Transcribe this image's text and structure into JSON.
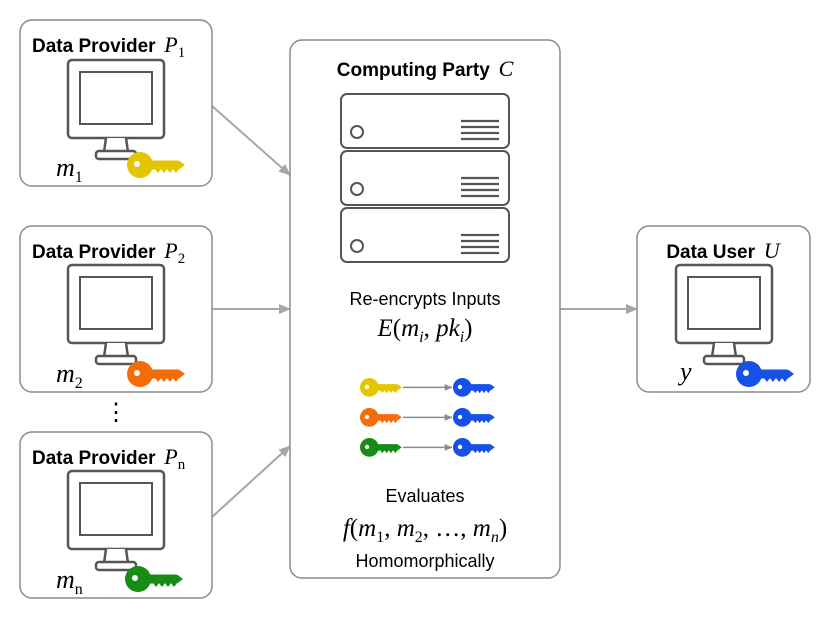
{
  "providers": [
    {
      "title": "Data Provider",
      "symbol": "P",
      "sub": "1",
      "message": "m",
      "message_sub": "1",
      "key_color": "#e3c500"
    },
    {
      "title": "Data Provider",
      "symbol": "P",
      "sub": "2",
      "message": "m",
      "message_sub": "2",
      "key_color": "#f26d0a"
    },
    {
      "title": "Data Provider",
      "symbol": "P",
      "sub": "n",
      "message": "m",
      "message_sub": "n",
      "key_color": "#168c16"
    }
  ],
  "ellipsis": "⋮",
  "computing": {
    "title": "Computing Party",
    "symbol": "C",
    "reencrypt_label": "Re-encrypts Inputs",
    "reencrypt_formula": {
      "func": "E",
      "open": "(",
      "arg1": "m",
      "arg1_sub": "i",
      "sep": ", ",
      "arg2": "pk",
      "arg2_sub": "i",
      "close": ")"
    },
    "evaluates_label": "Evaluates",
    "eval_formula": {
      "func": "f",
      "open": "(",
      "a1": "m",
      "a1_sub": "1",
      "a2": "m",
      "a2_sub": "2",
      "dots": "…",
      "an": "m",
      "an_sub": "n",
      "close": ")"
    },
    "homomorphic_label": "Homomorphically",
    "key_conversions": [
      {
        "from": "#e3c500",
        "to": "#1550e8"
      },
      {
        "from": "#f26d0a",
        "to": "#1550e8"
      },
      {
        "from": "#168c16",
        "to": "#1550e8"
      }
    ]
  },
  "user": {
    "title": "Data User",
    "symbol": "U",
    "output": "y",
    "key_color": "#1550e8"
  },
  "colors": {
    "border": "#8c8c8c",
    "arrow": "#a6a6a6",
    "device_stroke": "#555555"
  }
}
